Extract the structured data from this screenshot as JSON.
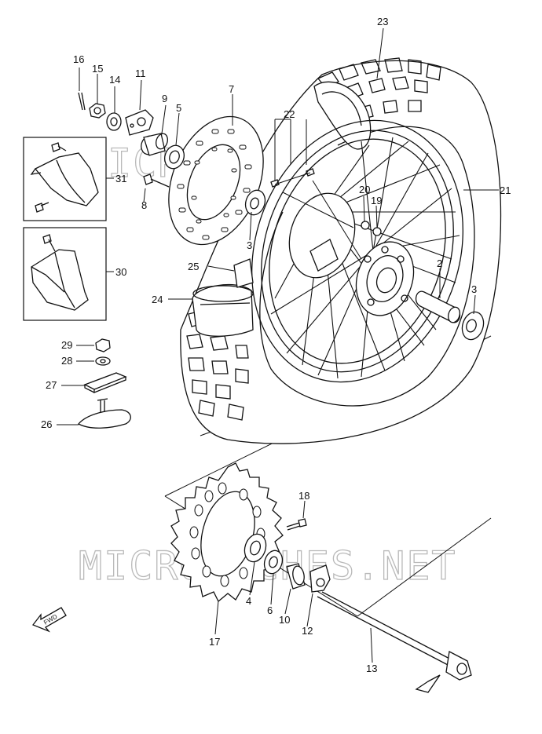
{
  "watermark": {
    "top": "MICROFICHES.NET",
    "bottom": "MICROFICHES.NET"
  },
  "fwd_label": "FWD",
  "callouts": {
    "c23": "23",
    "c16": "16",
    "c15": "15",
    "c14": "14",
    "c11": "11",
    "c9": "9",
    "c5": "5",
    "c7": "7",
    "c22": "22",
    "c31": "31",
    "c8": "8",
    "c20": "20",
    "c19": "19",
    "c21": "21",
    "c3a": "3",
    "c25": "25",
    "c2": "2",
    "c3b": "3",
    "c30": "30",
    "c24": "24",
    "c29": "29",
    "c28": "28",
    "c27": "27",
    "c26": "26",
    "c18": "18",
    "c4": "4",
    "c6": "6",
    "c10": "10",
    "c12": "12",
    "c17": "17",
    "c13": "13"
  }
}
